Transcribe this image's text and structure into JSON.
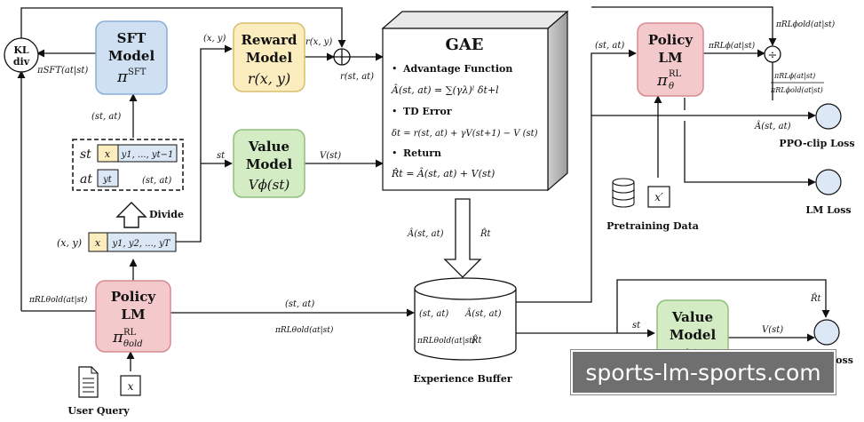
{
  "colors": {
    "sft_fill": "#cfe0f3",
    "sft_stroke": "#8aaed6",
    "reward_fill": "#fbedbd",
    "reward_stroke": "#d9be6a",
    "value_fill": "#d3ecc4",
    "value_stroke": "#8fc07a",
    "policy_fill": "#f4c9cc",
    "policy_stroke": "#d68b92",
    "loss_fill": "#dde8f6"
  },
  "nodes": {
    "kl": {
      "line1": "KL",
      "line2": "div"
    },
    "sft": {
      "line1": "SFT",
      "line2": "Model",
      "sym": "π",
      "sup": "SFT"
    },
    "reward": {
      "line1": "Reward",
      "line2": "Model",
      "expr": "r(x, y)"
    },
    "value_top": {
      "line1": "Value",
      "line2": "Model",
      "expr": "Vϕ(st)"
    },
    "gae": {
      "title": "GAE",
      "advantage_label": "Advantage Function",
      "advantage_expr": "Â(st, at) = ∑(γλ)ˡ δt+l",
      "td_label": "TD Error",
      "td_expr": "δt = r(st, at) + γV(st+1) − V (st)",
      "return_label": "Return",
      "return_expr": "R̂t = Â(st, at) + V(st)"
    },
    "policy_right": {
      "line1": "Policy",
      "line2": "LM",
      "sym": "π",
      "sup": "RL",
      "sub": "θ"
    },
    "policy_left": {
      "line1": "Policy",
      "line2": "LM",
      "sym": "π",
      "sup": "RL",
      "sub": "θold"
    },
    "value_bottom": {
      "line1": "Value",
      "line2": "Model",
      "expr": "Vϕ(st)"
    },
    "buffer": {
      "caption": "Experience Buffer",
      "c1": "(st, at)",
      "c2": "Â(st, at)",
      "c3": "πRLθold(at|st)",
      "c4": "R̂t"
    }
  },
  "labels": {
    "divide": "Divide",
    "user_query": "User Query",
    "pretraining_data": "Pretraining Data",
    "x_prime": "x′",
    "x": "x",
    "ppo_loss": "PPO-clip Loss",
    "lm_loss": "LM Loss",
    "mse_loss": "MSE Loss",
    "plus": "+",
    "divide_op": "÷"
  },
  "sequences": {
    "st_label": "st",
    "at_label": "at",
    "x_cell": "x",
    "y_prev": "y1, ..., yt−1",
    "yt": "yt",
    "st_at": "(st, at)",
    "xy_label": "(x, y)",
    "y_all": "y1, y2, ..., yT"
  },
  "edge_labels": {
    "pi_sft": "πSFT(at|st)",
    "st_at_up": "(st, at)",
    "xy_to_reward": "(x, y)",
    "r_xy": "r(x, y)",
    "r_st_at": "r(st, at)",
    "st_to_value": "st",
    "v_st": "V(st)",
    "pi_old_left": "πRLθold(at|st)",
    "st_at_mid": "(st, at)",
    "pi_old_mid": "πRLθold(at|st)",
    "a_hat": "Â(st, at)",
    "r_hat": "R̂t",
    "st_at_right": "(st, at)",
    "pi_old_top": "πRLϕold(at|st)",
    "pi_phi": "πRLϕ(at|st)",
    "ratio_num": "πRLϕ(at|st)",
    "ratio_den": "πRLϕold(at|st)",
    "a_hat_right": "Â(st, at)",
    "r_hat_right": "R̂t",
    "st_bottom": "st",
    "v_st_bottom": "V(st)"
  },
  "watermark": "sports-lm-sports.com"
}
